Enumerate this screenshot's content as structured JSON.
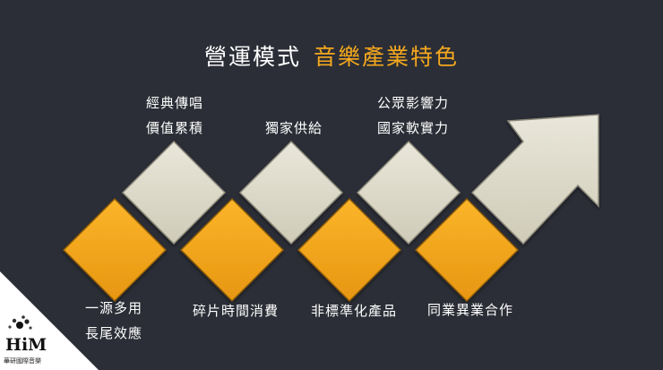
{
  "title": {
    "main": "營運模式",
    "accent": "音樂產業特色"
  },
  "top_labels": [
    {
      "line1": "經典傳唱",
      "line2": "價值累積"
    },
    {
      "line1": "獨家供給",
      "line2": ""
    },
    {
      "line1": "公眾影響力",
      "line2": "國家軟實力"
    }
  ],
  "bottom_labels": [
    {
      "line1": "一源多用",
      "line2": "長尾效應"
    },
    {
      "line1": "碎片時間消費",
      "line2": ""
    },
    {
      "line1": "非標準化產品",
      "line2": ""
    },
    {
      "line1": "同業異業合作",
      "line2": ""
    }
  ],
  "logo": {
    "name": "HiM",
    "subtitle": "華研國際音樂"
  },
  "colors": {
    "background": "#2b2e36",
    "orange": "#f5a81e",
    "cream": "#dcd9c8",
    "accent_text": "#f5a81e"
  },
  "icons": [
    "arrow-up-right-icon",
    "logo-mark-icon"
  ]
}
